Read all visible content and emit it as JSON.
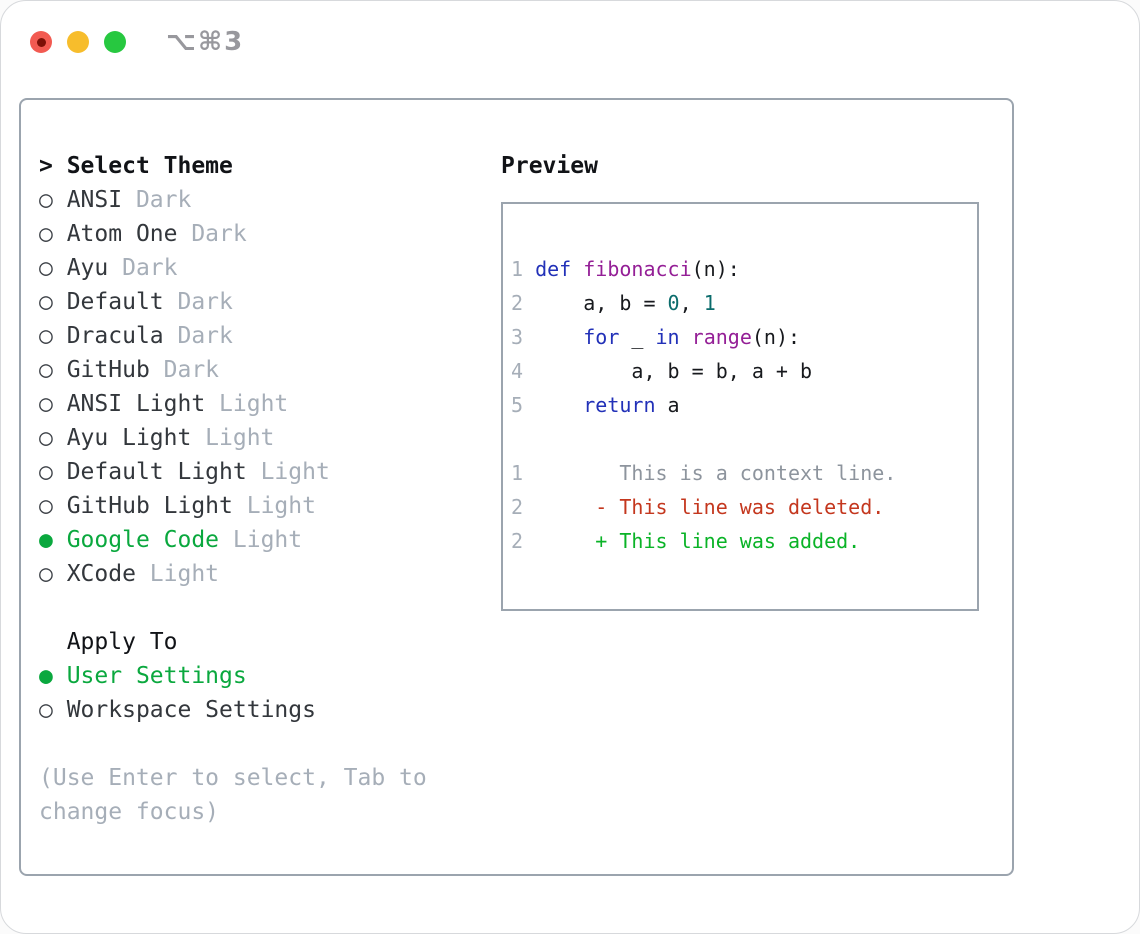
{
  "window": {
    "shortcut_label": "⌥⌘3"
  },
  "colors": {
    "accent-green": "#0aa83e",
    "diff-red": "#c4371e",
    "diff-green": "#0ab327",
    "keyword-blue": "#2231b8",
    "function-purple": "#941f96",
    "literal-teal": "#0b6c6c",
    "code-text": "#17191d",
    "muted-gray": "#a6aeb8",
    "context-gray": "#8d949d",
    "text-dark": "#33373c",
    "heading-black": "#111317",
    "frame-border": "#9ba4ae",
    "titlebar-gray": "#98989d",
    "traffic-red": "#f25a51",
    "traffic-red-dot": "#7d1007",
    "traffic-yellow": "#f7bd2c",
    "traffic-green": "#27c840"
  },
  "theme_picker": {
    "header_marker": ">",
    "header": "Select Theme",
    "items": [
      {
        "marker": "○",
        "name": "ANSI",
        "variant": "Dark",
        "state": "normal"
      },
      {
        "marker": "○",
        "name": "Atom One",
        "variant": "Dark",
        "state": "normal"
      },
      {
        "marker": "○",
        "name": "Ayu",
        "variant": "Dark",
        "state": "normal"
      },
      {
        "marker": "○",
        "name": "Default",
        "variant": "Dark",
        "state": "normal"
      },
      {
        "marker": "○",
        "name": "Dracula",
        "variant": "Dark",
        "state": "normal"
      },
      {
        "marker": "○",
        "name": "GitHub",
        "variant": "Dark",
        "state": "normal"
      },
      {
        "marker": "○",
        "name": "ANSI Light",
        "variant": "Light",
        "state": "normal"
      },
      {
        "marker": "○",
        "name": "Ayu Light",
        "variant": "Light",
        "state": "normal"
      },
      {
        "marker": "○",
        "name": "Default Light",
        "variant": "Light",
        "state": "normal"
      },
      {
        "marker": "○",
        "name": "GitHub Light",
        "variant": "Light",
        "state": "normal"
      },
      {
        "marker": "●",
        "name": "Google Code",
        "variant": "Light",
        "state": "selected"
      },
      {
        "marker": "○",
        "name": "XCode",
        "variant": "Light",
        "state": "normal"
      }
    ]
  },
  "apply_to": {
    "header": "Apply To",
    "options": [
      {
        "marker": "●",
        "label": "User Settings",
        "state": "selected"
      },
      {
        "marker": "○",
        "label": "Workspace Settings",
        "state": "normal"
      }
    ]
  },
  "help_lines": [
    "(Use Enter to select, Tab to",
    "change focus)"
  ],
  "preview": {
    "header": "Preview",
    "lines": [
      [
        [
          "ln",
          "1 "
        ],
        [
          "kwd",
          "def"
        ],
        [
          "pln",
          " "
        ],
        [
          "fn",
          "fibonacci"
        ],
        [
          "pln",
          "(n):"
        ]
      ],
      [
        [
          "ln",
          "2 "
        ],
        [
          "pln",
          "    a, b = "
        ],
        [
          "lit",
          "0"
        ],
        [
          "pln",
          ", "
        ],
        [
          "lit",
          "1"
        ]
      ],
      [
        [
          "ln",
          "3 "
        ],
        [
          "pln",
          "    "
        ],
        [
          "kwd",
          "for"
        ],
        [
          "pln",
          " _ "
        ],
        [
          "kwd",
          "in"
        ],
        [
          "pln",
          " "
        ],
        [
          "fn",
          "range"
        ],
        [
          "pln",
          "(n):"
        ]
      ],
      [
        [
          "ln",
          "4 "
        ],
        [
          "pln",
          "        a, b = b, a + b"
        ]
      ],
      [
        [
          "ln",
          "5 "
        ],
        [
          "pln",
          "    "
        ],
        [
          "kwd",
          "return"
        ],
        [
          "pln",
          " a"
        ]
      ],
      [],
      [
        [
          "ln",
          "1"
        ],
        [
          "ctx",
          "        This is a context line."
        ]
      ],
      [
        [
          "ln",
          "2"
        ],
        [
          "del",
          "      - This line was deleted."
        ]
      ],
      [
        [
          "ln",
          "2"
        ],
        [
          "add",
          "      + This line was added."
        ]
      ]
    ]
  }
}
